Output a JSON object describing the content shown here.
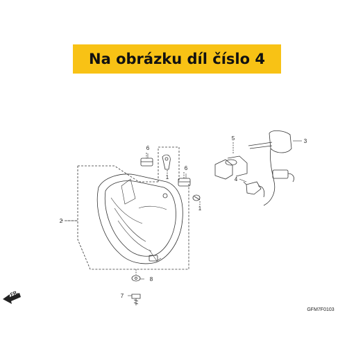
{
  "banner": {
    "text": "Na obrázku díl číslo 4",
    "color": "#f8c215"
  },
  "diagram": {
    "callouts": [
      "1",
      "1",
      "2",
      "3",
      "4",
      "5",
      "6",
      "6",
      "7",
      "8"
    ],
    "direction_marker": "FR.",
    "diagram_code": "GFM7F0103"
  }
}
